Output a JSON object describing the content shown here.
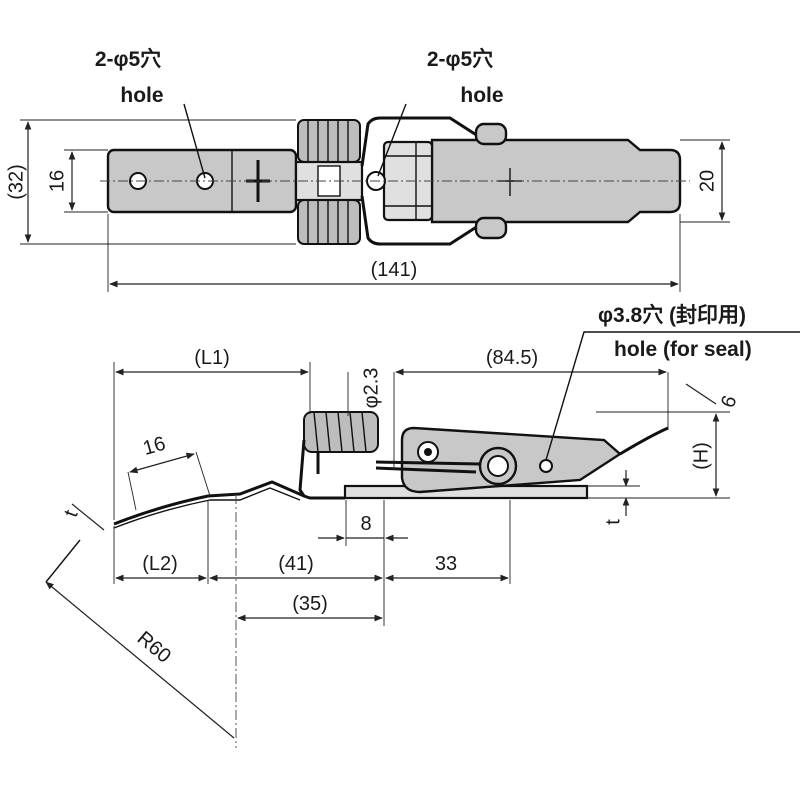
{
  "top_view": {
    "hole_left": {
      "line1": "2-φ5穴",
      "line2": "hole"
    },
    "hole_right": {
      "line1": "2-φ5穴",
      "line2": "hole"
    },
    "dim_height_outer": "(32)",
    "dim_height_inner": "16",
    "dim_height_right": "20",
    "dim_length": "(141)"
  },
  "side_view": {
    "seal_hole": {
      "line1": "φ3.8穴 (封印用)",
      "line2": "hole (for seal)"
    },
    "dim_l1": "(L1)",
    "dim_l2": "(L2)",
    "dim_phi": "φ2.3",
    "dim_84_5": "(84.5)",
    "dim_16": "16",
    "dim_t_left": "t",
    "dim_t_right": "t",
    "dim_8": "8",
    "dim_41": "(41)",
    "dim_33": "33",
    "dim_35": "(35)",
    "dim_h": "(H)",
    "dim_6": "6",
    "dim_r60": "R60"
  }
}
